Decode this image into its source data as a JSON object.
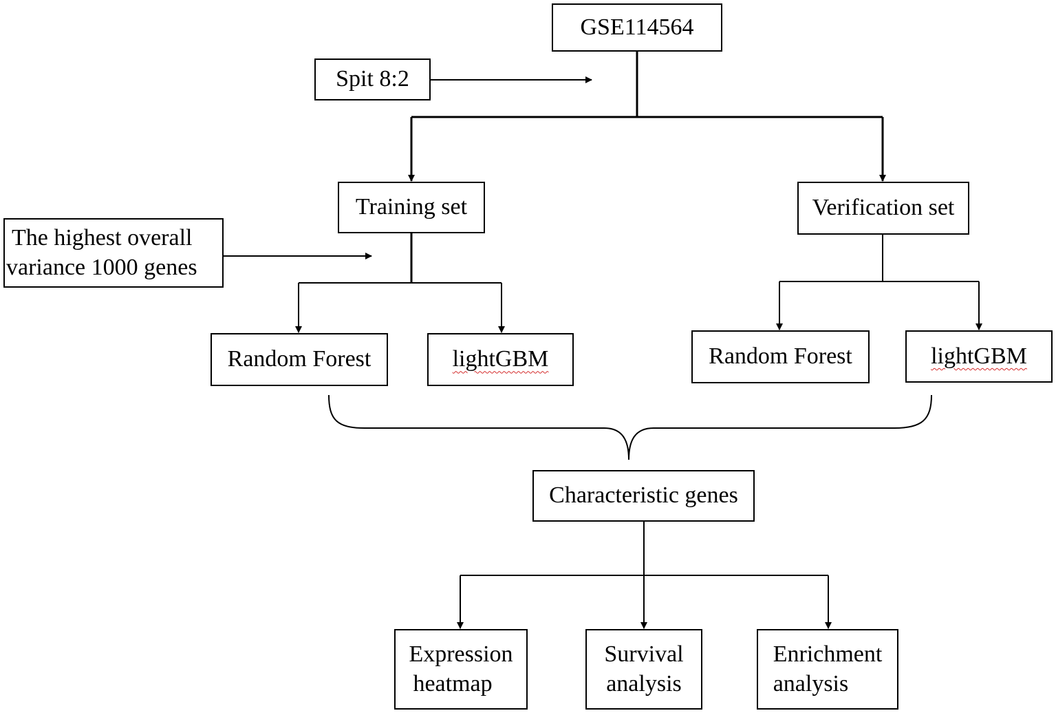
{
  "nodes": {
    "source": "GSE114564",
    "split_note": "Spit 8:2",
    "variance_note_line1": "The highest overall",
    "variance_note_line2": "variance 1000 genes",
    "training_set": "Training set",
    "verification_set": "Verification set",
    "train_rf": "Random Forest",
    "train_lgbm": "lightGBM",
    "verify_rf": "Random Forest",
    "verify_lgbm": "lightGBM",
    "characteristic_genes": "Characteristic genes",
    "expression_line1": "Expression",
    "expression_line2": "heatmap",
    "survival_line1": "Survival",
    "survival_line2": "analysis",
    "enrichment_line1": "Enrichment",
    "enrichment_line2": "analysis"
  }
}
